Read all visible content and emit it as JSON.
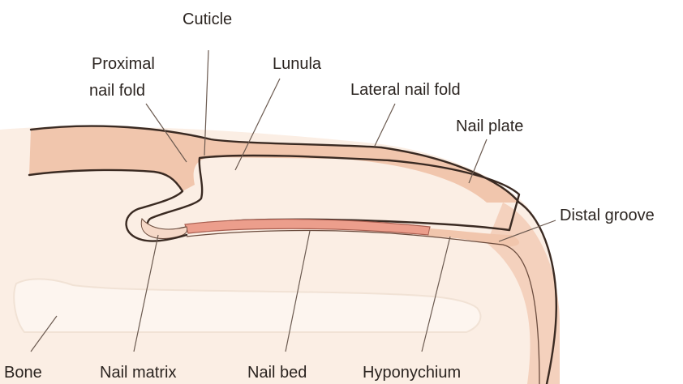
{
  "labels": {
    "cuticle": "Cuticle",
    "proximal_nail_fold_line1": "Proximal",
    "proximal_nail_fold_line2": "nail fold",
    "lunula": "Lunula",
    "lateral_nail_fold": "Lateral nail fold",
    "nail_plate": "Nail plate",
    "distal_groove": "Distal groove",
    "bone": "Bone",
    "nail_matrix": "Nail matrix",
    "nail_bed": "Nail bed",
    "hyponychium": "Hyponychium"
  },
  "colors": {
    "skin": "#f7dccb",
    "skin_light": "#fbeee4",
    "tissue_band": "#f1c6ad",
    "nail_bed": "#ec9e8c",
    "nail_plate": "#ffffff",
    "outline": "#3a2a22"
  }
}
